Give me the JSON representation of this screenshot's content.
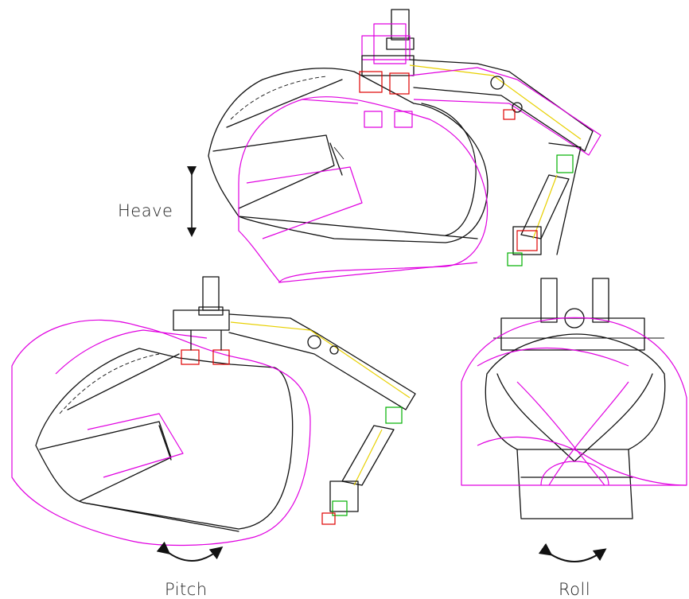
{
  "labels": {
    "heave": "Heave",
    "pitch": "Pitch",
    "roll": "Roll"
  },
  "colors": {
    "reference_outline": "#111111",
    "displaced_outline": "#e000e0",
    "actuator_mount": "#e00000",
    "actuator_end": "#00b000",
    "centerline": "#e8d000"
  },
  "views": [
    {
      "name": "heave-view",
      "motion": "Heave"
    },
    {
      "name": "pitch-view",
      "motion": "Pitch"
    },
    {
      "name": "roll-view",
      "motion": "Roll"
    }
  ]
}
